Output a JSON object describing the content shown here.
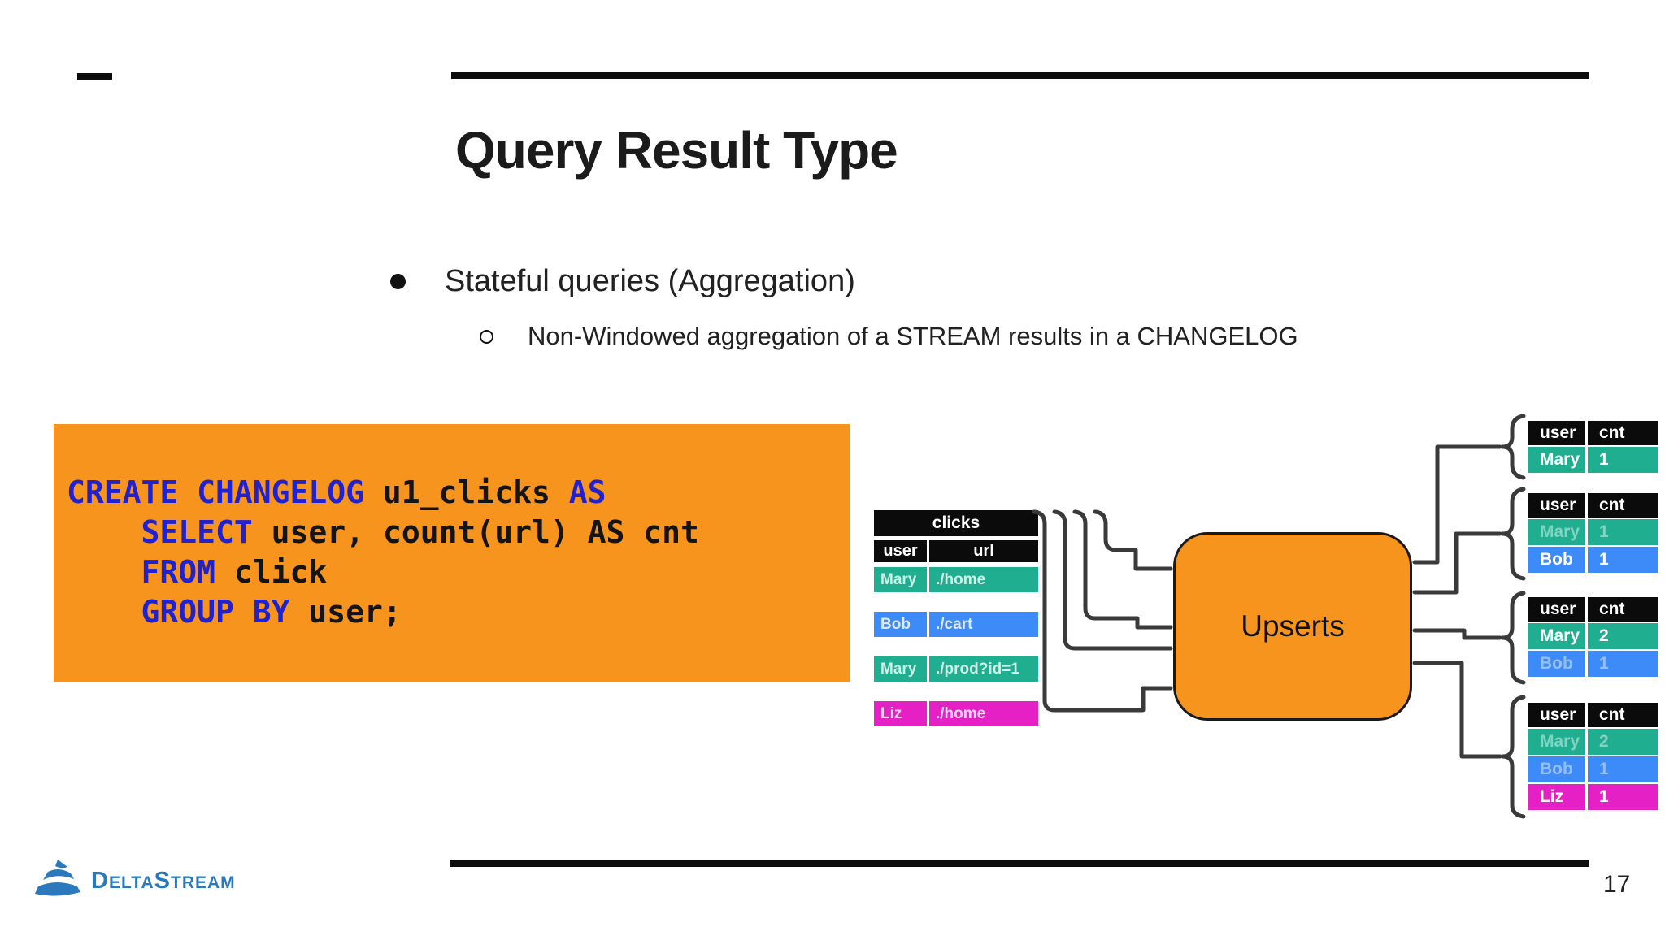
{
  "slide": {
    "title": "Query Result Type",
    "page_number": "17",
    "bullets": {
      "main": "Stateful queries (Aggregation)",
      "sub": "Non-Windowed aggregation of a STREAM results in a CHANGELOG"
    }
  },
  "logo": {
    "name": "DeltaStream",
    "seg1": "D",
    "seg2": "ELTA",
    "seg3": "S",
    "seg4": "TREAM"
  },
  "code_block": {
    "lines": [
      {
        "segments": [
          {
            "text": "CREATE CHANGELOG",
            "keyword": true
          },
          {
            "text": " u1_clicks ",
            "keyword": false
          },
          {
            "text": "AS",
            "keyword": true
          }
        ]
      },
      {
        "segments": [
          {
            "text": "    ",
            "keyword": false
          },
          {
            "text": "SELECT",
            "keyword": true
          },
          {
            "text": " user, count(url) AS cnt",
            "keyword": false
          }
        ]
      },
      {
        "segments": [
          {
            "text": "    ",
            "keyword": false
          },
          {
            "text": "FROM",
            "keyword": true
          },
          {
            "text": " click",
            "keyword": false
          }
        ]
      },
      {
        "segments": [
          {
            "text": "    ",
            "keyword": false
          },
          {
            "text": "GROUP BY",
            "keyword": true
          },
          {
            "text": " user;",
            "keyword": false
          }
        ]
      }
    ]
  },
  "diagram": {
    "source_table": {
      "title": "clicks",
      "columns": [
        "user",
        "url"
      ],
      "rows": [
        {
          "user": "Mary",
          "url": "./home",
          "color": "teal"
        },
        {
          "user": "Bob",
          "url": "./cart",
          "color": "blue"
        },
        {
          "user": "Mary",
          "url": "./prod?id=1",
          "color": "teal"
        },
        {
          "user": "Liz",
          "url": "./home",
          "color": "magenta"
        }
      ]
    },
    "process_label": "Upserts",
    "result_tables": [
      {
        "columns": [
          "user",
          "cnt"
        ],
        "rows": [
          {
            "user": "Mary",
            "cnt": "1",
            "color": "teal",
            "highlight": true
          }
        ]
      },
      {
        "columns": [
          "user",
          "cnt"
        ],
        "rows": [
          {
            "user": "Mary",
            "cnt": "1",
            "color": "teal",
            "highlight": false
          },
          {
            "user": "Bob",
            "cnt": "1",
            "color": "blue",
            "highlight": true
          }
        ]
      },
      {
        "columns": [
          "user",
          "cnt"
        ],
        "rows": [
          {
            "user": "Mary",
            "cnt": "2",
            "color": "teal",
            "highlight": true
          },
          {
            "user": "Bob",
            "cnt": "1",
            "color": "blue",
            "highlight": false
          }
        ]
      },
      {
        "columns": [
          "user",
          "cnt"
        ],
        "rows": [
          {
            "user": "Mary",
            "cnt": "2",
            "color": "teal",
            "highlight": false
          },
          {
            "user": "Bob",
            "cnt": "1",
            "color": "blue",
            "highlight": false
          },
          {
            "user": "Liz",
            "cnt": "1",
            "color": "magenta",
            "highlight": true
          }
        ]
      }
    ]
  },
  "colors": {
    "code_background_orange": "#F7941E",
    "keyword_blue": "#2121CE",
    "row_teal": "#1FAE8F",
    "row_blue": "#3D8BF8",
    "row_magenta": "#E520C5",
    "logo_blue": "#2A79BD",
    "connector_gray": "#3A3A3A",
    "rule_black": "#0D0D0D"
  }
}
